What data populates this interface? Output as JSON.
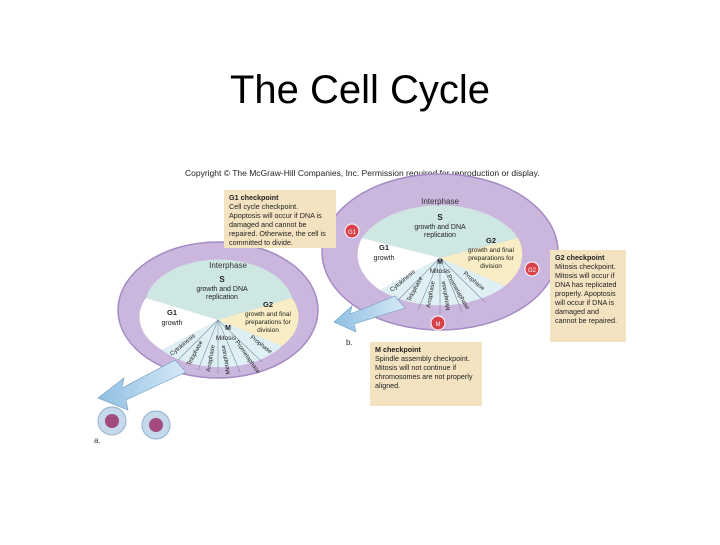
{
  "slide": {
    "title": "The Cell Cycle"
  },
  "copyright": "Copyright © The McGraw-Hill Companies, Inc. Permission required for reproduction or display.",
  "wheel_a": {
    "label": "a.",
    "ring": "Interphase",
    "s_title": "S",
    "s_text": [
      "growth and DNA",
      "replication"
    ],
    "g1_title": "G1",
    "g1_text": "growth",
    "g2_title": "G2",
    "g2_text": [
      "growth and final",
      "preparations for",
      "division"
    ],
    "m_title": "M",
    "mitosis": "Mitosis",
    "phases": [
      "Cytokinesis",
      "Telophase",
      "Anaphase",
      "Metaphase",
      "Prometaphase",
      "Prophase"
    ]
  },
  "wheel_b": {
    "label": "b.",
    "ring": "Interphase",
    "s_title": "S",
    "s_text": [
      "growth and DNA",
      "replication"
    ],
    "g1_title": "G1",
    "g1_text": "growth",
    "g2_title": "G2",
    "g2_text": [
      "growth and final",
      "preparations for",
      "division"
    ],
    "m_title": "M",
    "mitosis": "Mitosis",
    "phases": [
      "Cytokinesis",
      "Telophase",
      "Anaphase",
      "Metaphase",
      "Prometaphase",
      "Prophase"
    ],
    "checkpoint_markers": [
      "G1",
      "G2",
      "M"
    ]
  },
  "checkpoints": {
    "g1": {
      "title": "G1 checkpoint",
      "text": "Cell cycle checkpoint. Apoptosis will occur if DNA is damaged and cannot be repaired. Otherwise, the cell is committed to divide."
    },
    "g2": {
      "title": "G2 checkpoint",
      "text": "Mitosis checkpoint. Mitosis will occur if DNA has replicated properly. Apoptosis will occur if DNA is damaged and cannot be repaired."
    },
    "m": {
      "title": "M checkpoint",
      "text": "Spindle assembly checkpoint. Mitosis will not continue if chromosomes are not properly aligned."
    }
  },
  "colors": {
    "ring": "#cbb6dd",
    "ring_dark": "#a58bc4",
    "s_phase": "#cfe7e3",
    "g1_phase": "#ffffff",
    "g2_phase": "#f8edc4",
    "mitosis_slice": "#dff0f5",
    "arrow": "#b8d7ec",
    "checkpoint_marker": "#d8414a",
    "box_fill": "#f4e3c1"
  }
}
